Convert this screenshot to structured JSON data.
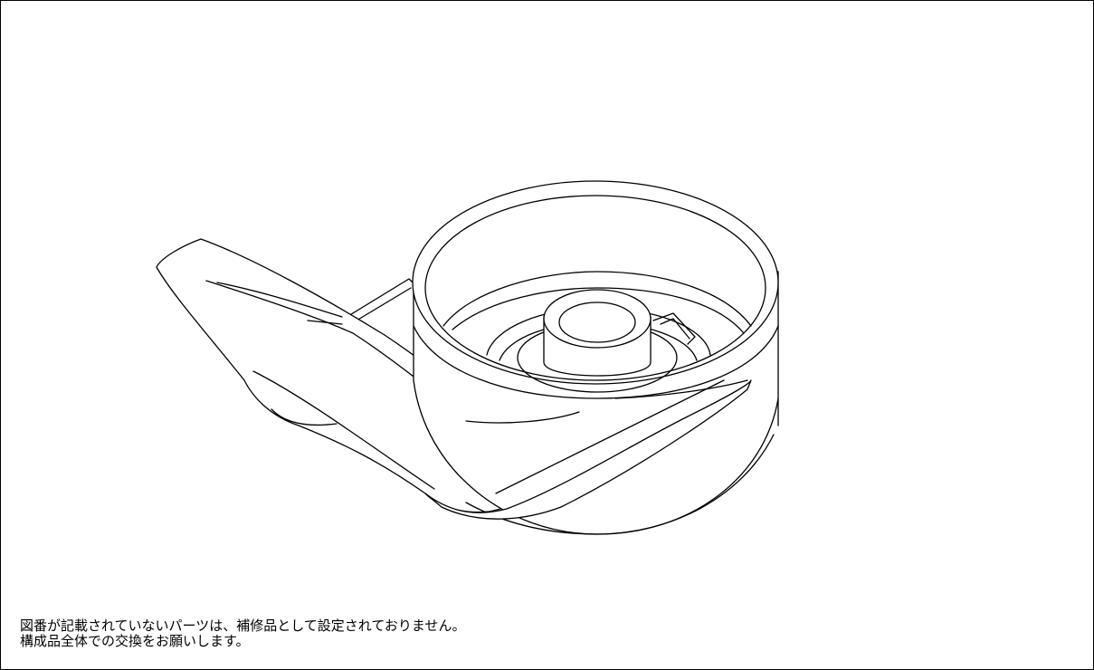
{
  "drawing": {
    "part": "pulley-with-lever-arm-isometric",
    "line_color": "#000000",
    "background": "#ffffff"
  },
  "notes": {
    "line1": "図番が記載されていないパーツは、補修品として設定されておりません。",
    "line2": "構成品全体での交換をお願いします。"
  }
}
